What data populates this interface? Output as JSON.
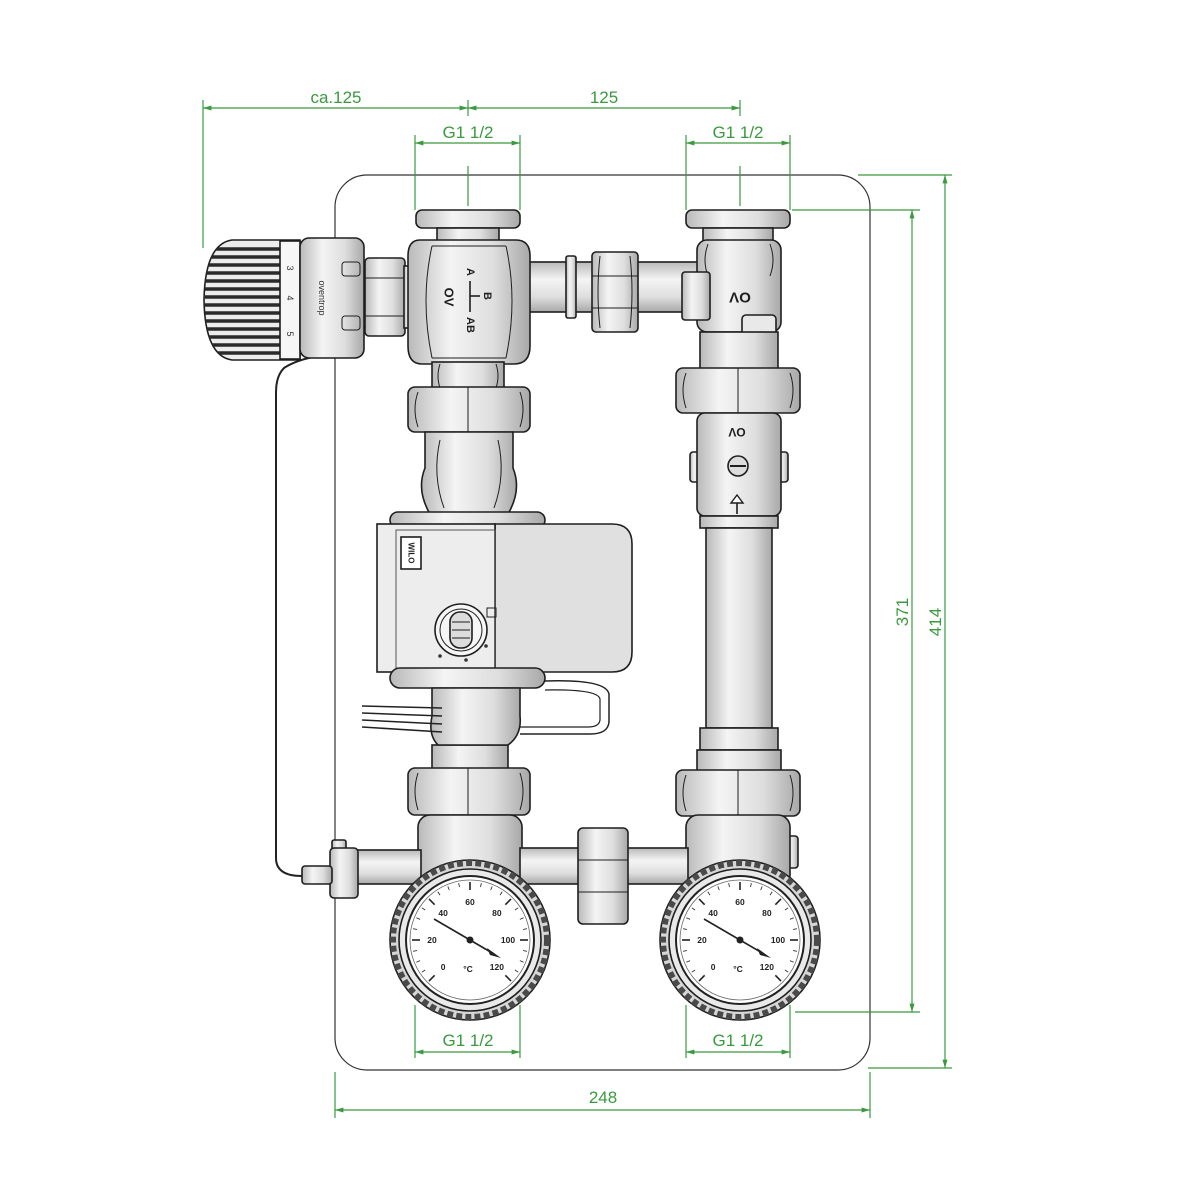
{
  "dimensions": {
    "mixing_offset": "ca.125",
    "pipe_spacing": "125",
    "top_left_thread": "G1 1/2",
    "top_right_thread": "G1 1/2",
    "bottom_left_thread": "G1 1/2",
    "bottom_right_thread": "G1 1/2",
    "plate_width": "248",
    "connection_height": "371",
    "plate_height": "414"
  },
  "thermostat": {
    "brand": "oventrop",
    "scale": [
      "3",
      "4",
      "5"
    ]
  },
  "mixing_valve": {
    "marking": "OV",
    "port_a": "A",
    "port_ab": "AB",
    "port_b": "B"
  },
  "ball_valves": {
    "upper_marking": "OV",
    "lower_marking": "OV"
  },
  "pump": {
    "brand": "WILO"
  },
  "thermometers": {
    "left": {
      "scale": [
        "0",
        "20",
        "40",
        "60",
        "80",
        "100",
        "120"
      ],
      "unit": "°C"
    },
    "right": {
      "scale": [
        "0",
        "20",
        "40",
        "60",
        "80",
        "100",
        "120"
      ],
      "unit": "°C"
    }
  },
  "colors": {
    "dimension": "#3a9a3f",
    "outline": "#1e1e1e",
    "metal_fill": "#e4e4e4"
  }
}
